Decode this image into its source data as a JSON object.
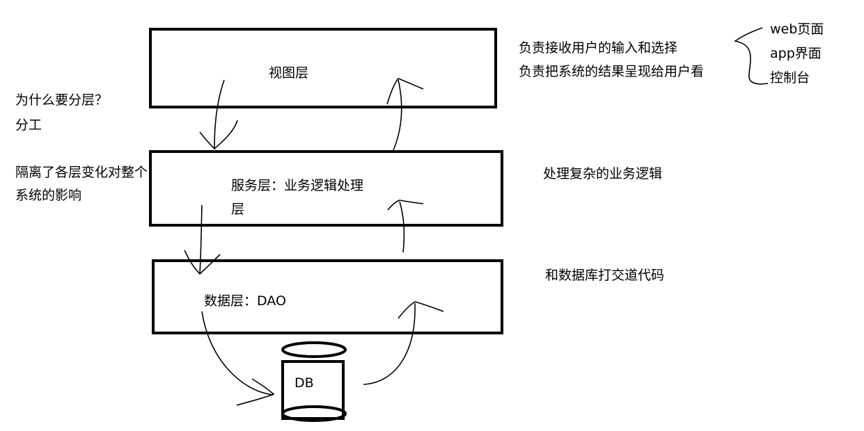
{
  "layers": {
    "view": {
      "label": "视图层"
    },
    "service": {
      "label_line1": "服务层：业务逻辑处理",
      "label_line2": "层"
    },
    "data": {
      "label": "数据层：DAO"
    }
  },
  "db": {
    "label": "DB"
  },
  "left_notes": {
    "question": "为什么要分层？",
    "answer": "分工",
    "isolation_line1": "隔离了各层变化对整个",
    "isolation_line2": "系统的影响"
  },
  "right_notes": {
    "view_desc_line1": "负责接收用户的输入和选择",
    "view_desc_line2": "负责把系统的结果呈现给用户看",
    "service_desc": "处理复杂的业务逻辑",
    "data_desc": "和数据库打交道代码"
  },
  "view_examples": [
    "web页面",
    "app界面",
    "控制台"
  ]
}
